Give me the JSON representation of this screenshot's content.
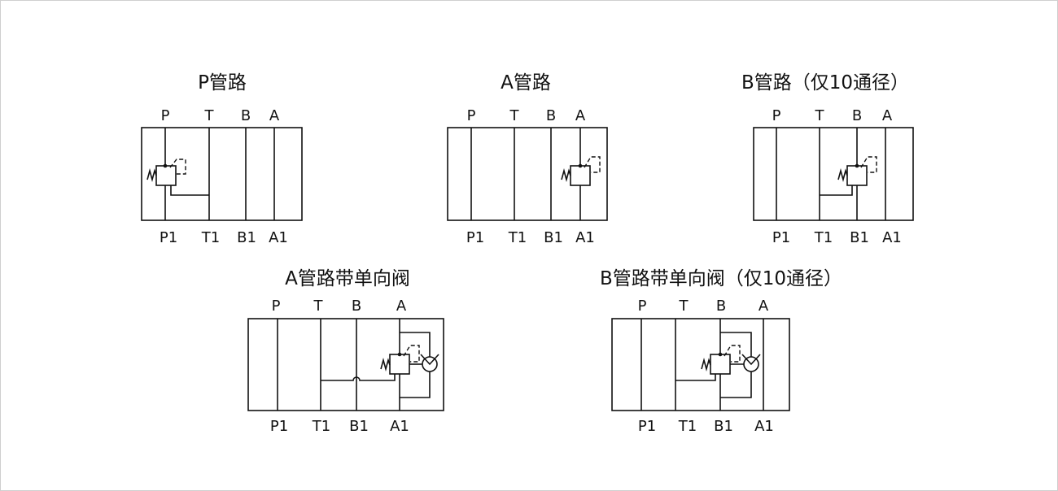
{
  "diagrams": [
    {
      "title": "P管路",
      "top_ports": [
        "P",
        "T",
        "B",
        "A"
      ],
      "bottom_ports": [
        "P1",
        "T1",
        "B1",
        "A1"
      ]
    },
    {
      "title": "A管路",
      "top_ports": [
        "P",
        "T",
        "B",
        "A"
      ],
      "bottom_ports": [
        "P1",
        "T1",
        "B1",
        "A1"
      ]
    },
    {
      "title": "B管路（仅10通径）",
      "top_ports": [
        "P",
        "T",
        "B",
        "A"
      ],
      "bottom_ports": [
        "P1",
        "T1",
        "B1",
        "A1"
      ]
    },
    {
      "title": "A管路带单向阀",
      "top_ports": [
        "P",
        "T",
        "B",
        "A"
      ],
      "bottom_ports": [
        "P1",
        "T1",
        "B1",
        "A1"
      ]
    },
    {
      "title": "B管路带单向阀（仅10通径）",
      "top_ports": [
        "P",
        "T",
        "B",
        "A"
      ],
      "bottom_ports": [
        "P1",
        "T1",
        "B1",
        "A1"
      ]
    }
  ]
}
